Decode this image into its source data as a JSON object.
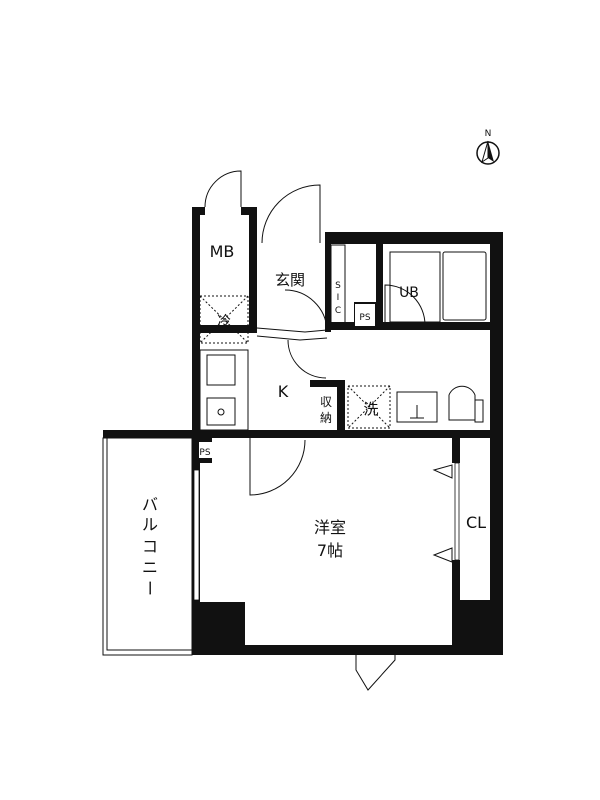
{
  "compass": {
    "label": "N"
  },
  "rooms": {
    "mb": "MB",
    "genkan": "玄関",
    "sic": [
      "S",
      "I",
      "C"
    ],
    "ps_top": "PS",
    "ub": "UB",
    "fridge": "冷",
    "kitchen": "K",
    "storage": [
      "収",
      "納"
    ],
    "washer": "洗",
    "ps_left": "PS",
    "western_room": "洋室",
    "western_size": "7帖",
    "closet": "CL",
    "balcony": [
      "バ",
      "ル",
      "コ",
      "ニ",
      "ー"
    ]
  }
}
